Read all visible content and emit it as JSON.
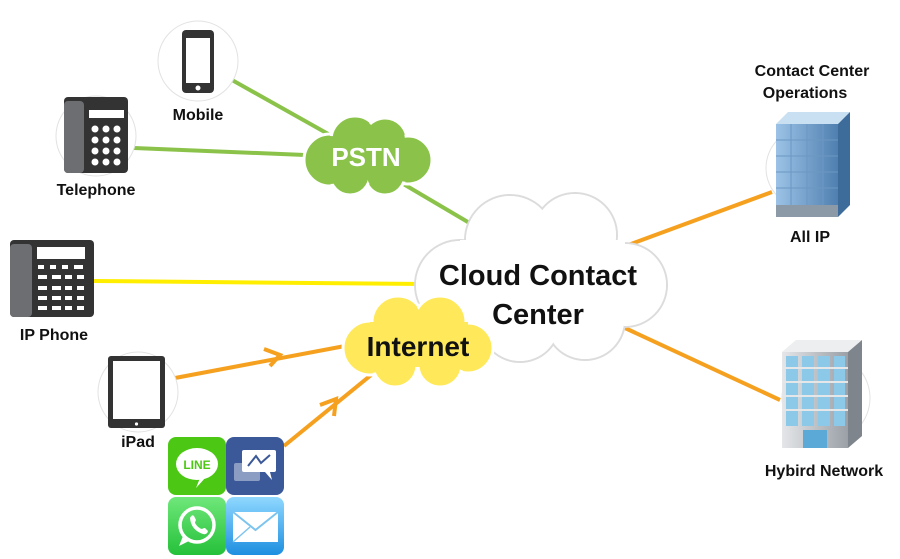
{
  "devices": {
    "mobile": "Mobile",
    "telephone": "Telephone",
    "ip_phone": "IP Phone",
    "ipad": "iPad"
  },
  "apps": {
    "line": "LINE",
    "messenger": "messenger-icon",
    "whatsapp": "whatsapp-icon",
    "mail": "mail-icon"
  },
  "clouds": {
    "pstn": "PSTN",
    "internet": "Internet",
    "center_line1": "Cloud Contact",
    "center_line2": "Center"
  },
  "sites": {
    "operations_line1": "Contact Center",
    "operations_line2": "Operations",
    "all_ip": "All IP",
    "hybrid": "Hybird Network"
  },
  "colors": {
    "pstn_green": "#8bc34a",
    "internet_yellow": "#ffe95a",
    "link_orange": "#f5a11f",
    "ip_yellow": "#ffee00"
  }
}
